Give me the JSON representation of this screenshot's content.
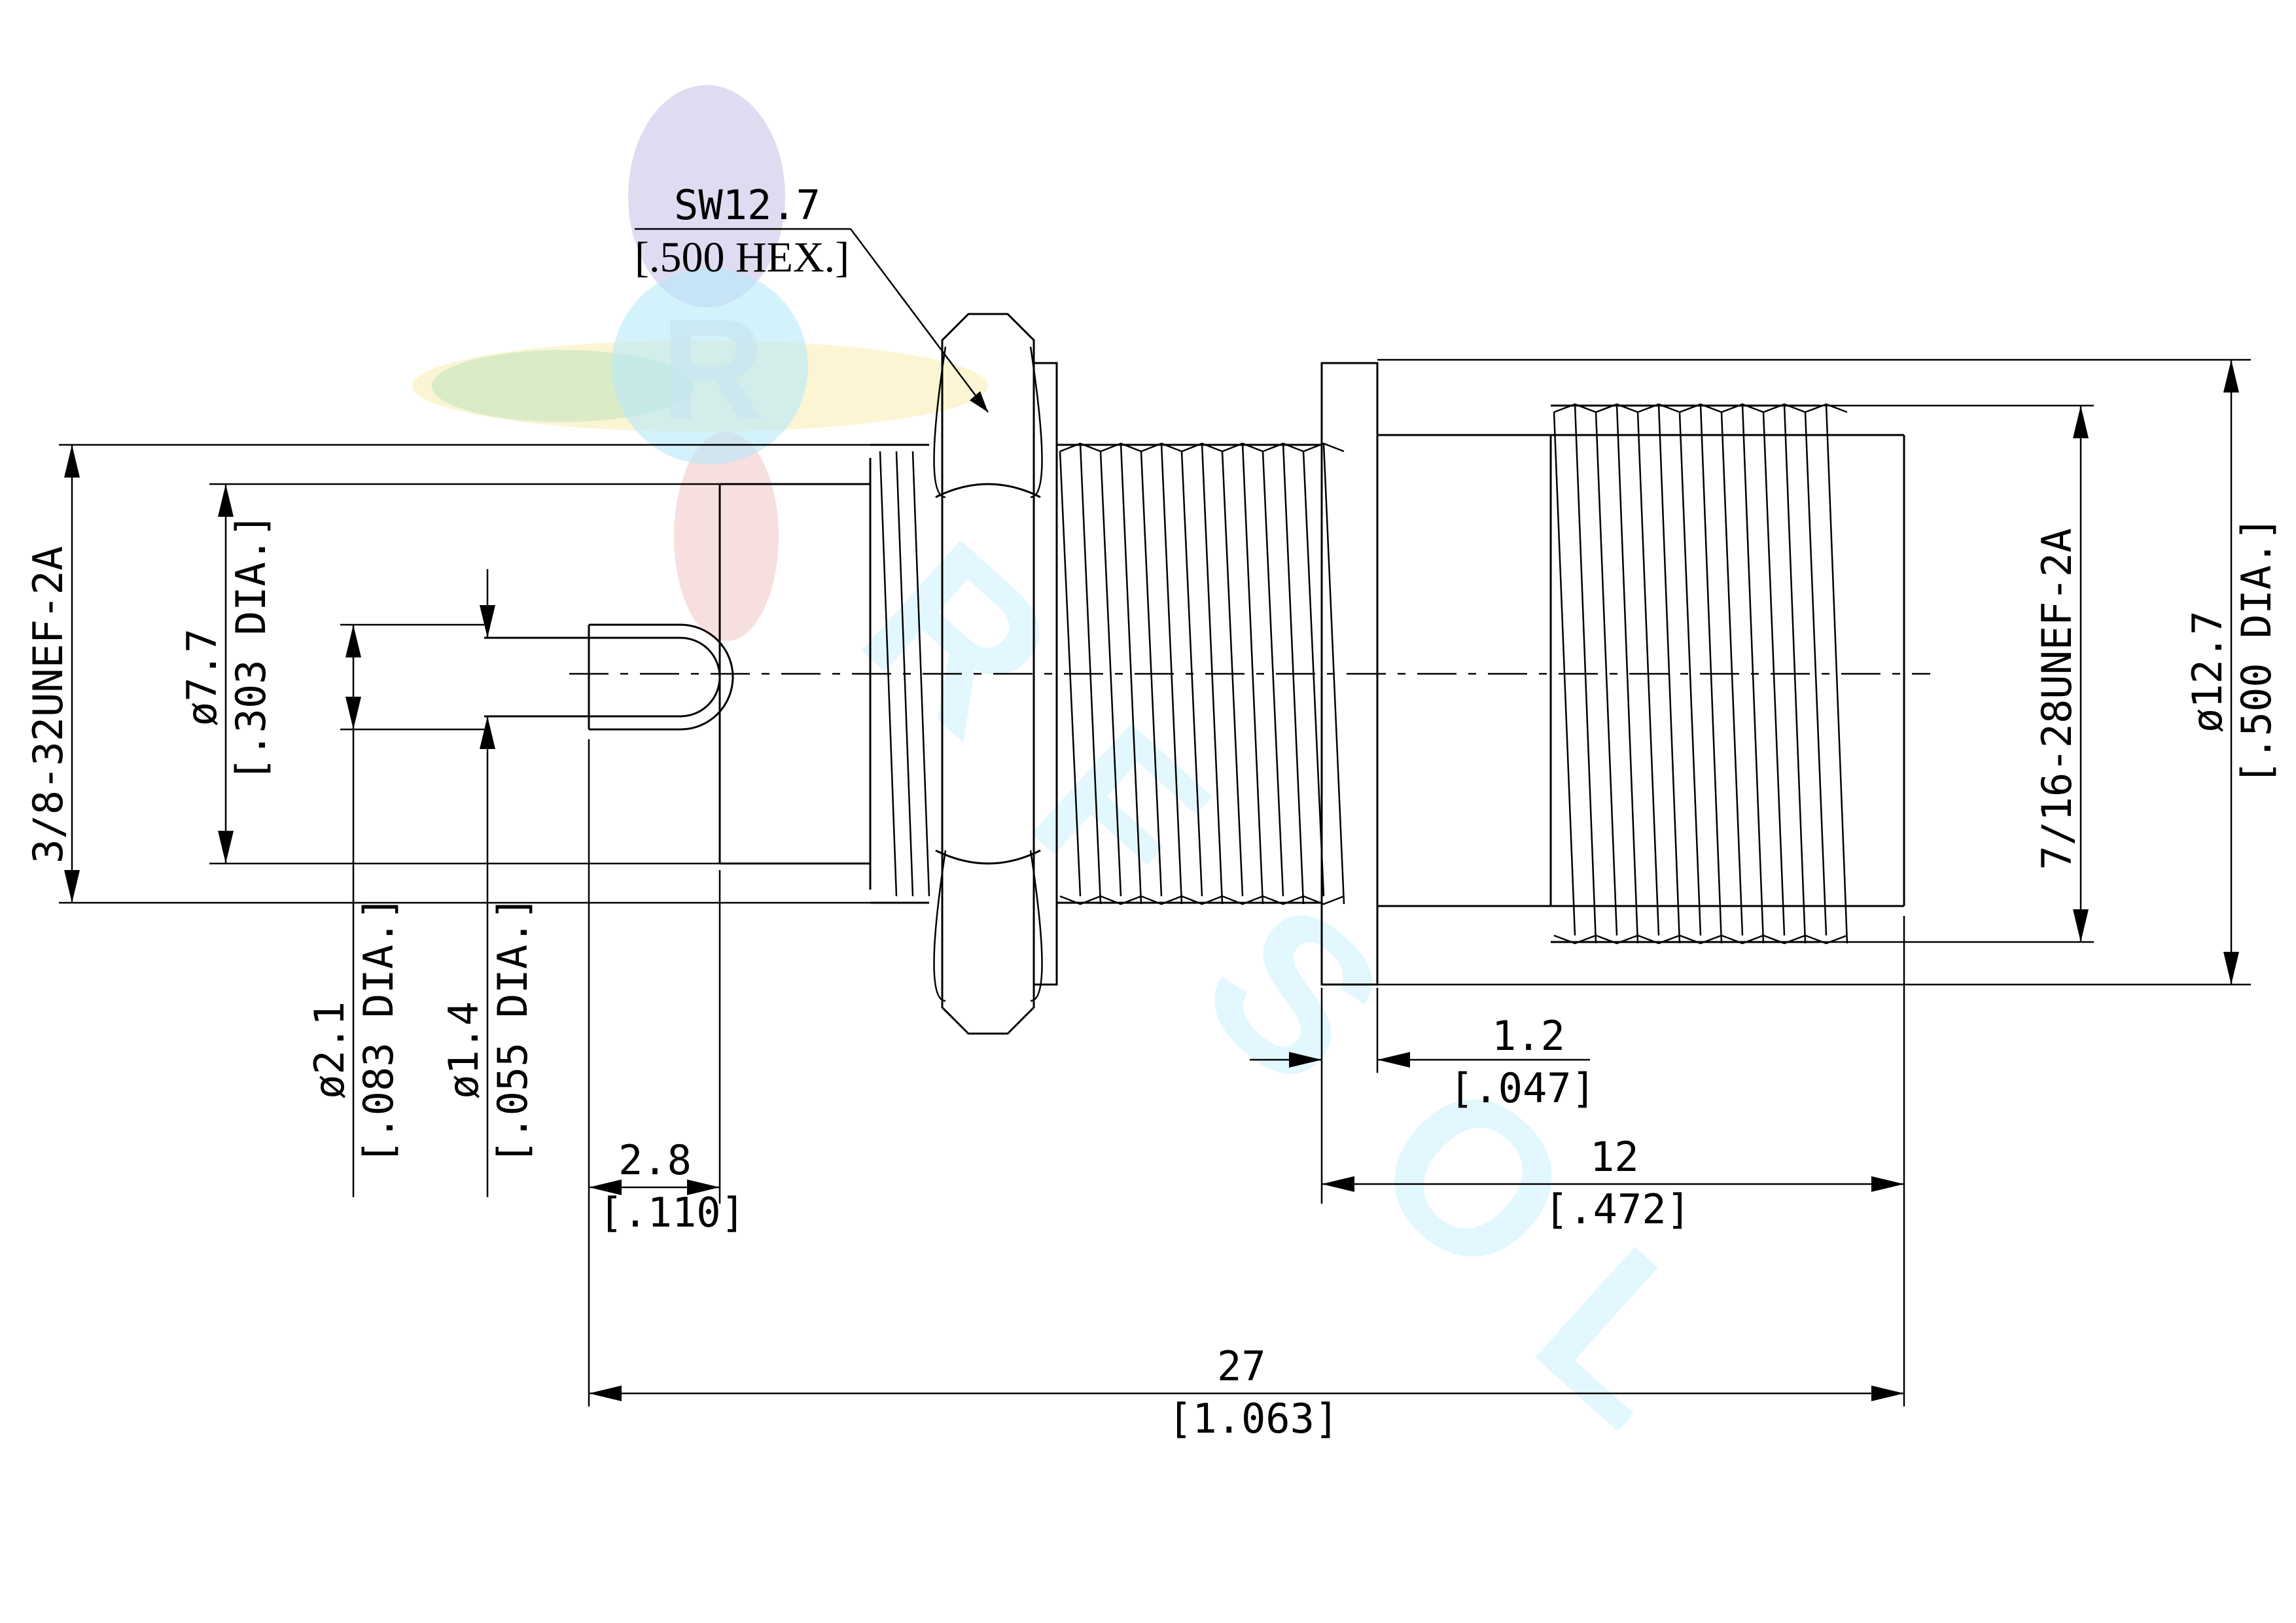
{
  "dimensions": {
    "hex_size": "SW12.7",
    "hex_size_imperial": "[.500 HEX.]",
    "rear_thread": "3/8-32UNEF-2A",
    "body_dia": "ø7.7",
    "body_dia_imperial": "[.303 DIA.]",
    "insulator_dia": "ø2.1",
    "insulator_dia_imperial": "[.083 DIA.]",
    "pin_dia": "ø1.4",
    "pin_dia_imperial": "[.055 DIA.]",
    "pin_length": "2.8",
    "pin_length_imperial": "[.110]",
    "flange_thickness": "1.2",
    "flange_thickness_imperial": "[.047]",
    "front_length": "12",
    "front_length_imperial": "[.472]",
    "overall_length": "27",
    "overall_length_imperial": "[1.063]",
    "front_thread": "7/16-28UNEF-2A",
    "front_dia": "ø12.7",
    "front_dia_imperial": "[.500 DIA.]"
  },
  "colors": {
    "line": "#000000",
    "watermark_blue": "#7fd7f5",
    "watermark_purple": "#8a7fd0",
    "watermark_yellow": "#f4e27a",
    "watermark_green": "#8fd08a",
    "watermark_red": "#e88a8a"
  },
  "watermark_icon": "company-logo-watermark"
}
